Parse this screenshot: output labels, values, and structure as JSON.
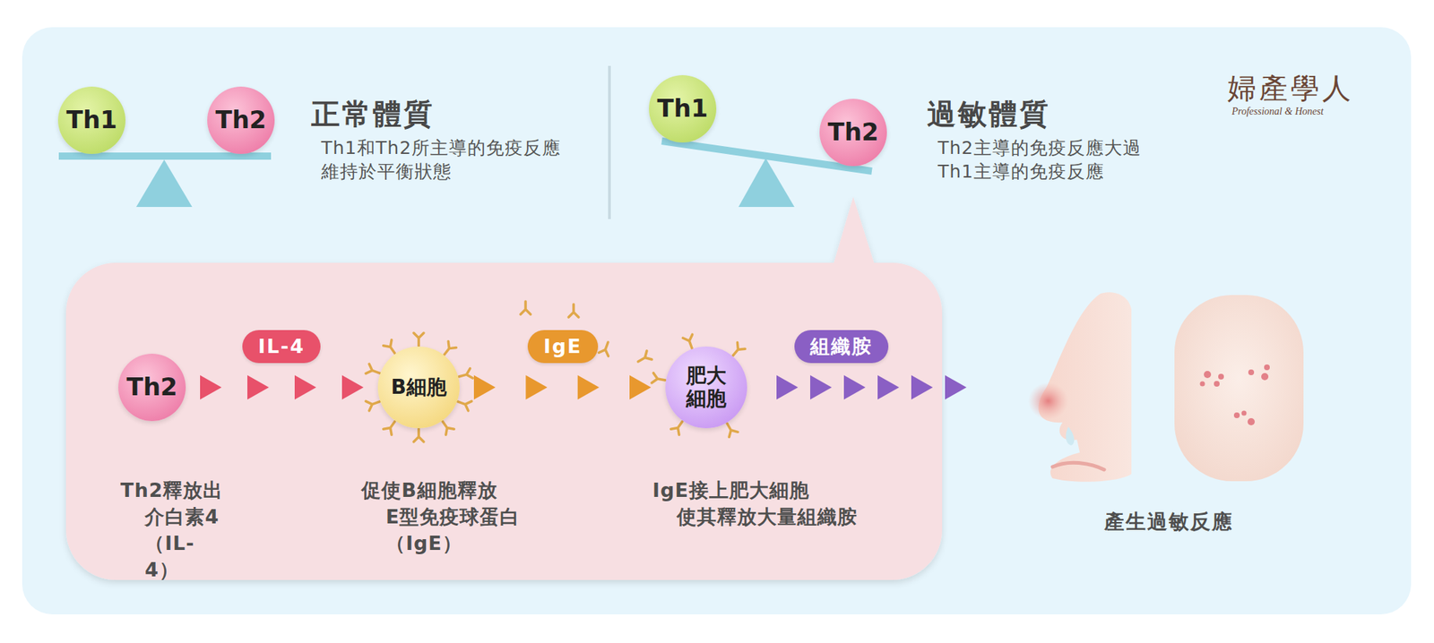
{
  "diagram": {
    "nodes": [
      {
        "text": [
          "Th1"
        ]
      },
      {
        "text": [
          "Th2"
        ]
      },
      {
        "text": [
          "Th1"
        ]
      },
      {
        "text": [
          "Th2"
        ]
      },
      {
        "text": [
          "Th2"
        ]
      },
      {
        "text": [
          "B細胞"
        ]
      },
      {
        "text": [
          "肥大 細胞"
        ]
      }
    ],
    "edges": [
      {
        "from": 4,
        "to": 5,
        "label": "IL-4",
        "arrow": "to"
      },
      {
        "from": 5,
        "to": 6,
        "label": "IgE",
        "arrow": "to"
      }
    ],
    "labels": [
      "正常體質",
      "Th1和Th2所主導的免疫反應 維持於平衡狀態",
      "過敏體質",
      "Th2主導的免疫反應大過 Th1主導的免疫反應",
      "婦產學人",
      "Professional & Honest",
      "組織胺",
      "Th2釋放出 介白素4（IL-4）",
      "促使B細胞釋放 E型免疫球蛋白（IgE）",
      "IgE接上肥大細胞 使其釋放大量組織胺",
      "產生過敏反應"
    ]
  }
}
